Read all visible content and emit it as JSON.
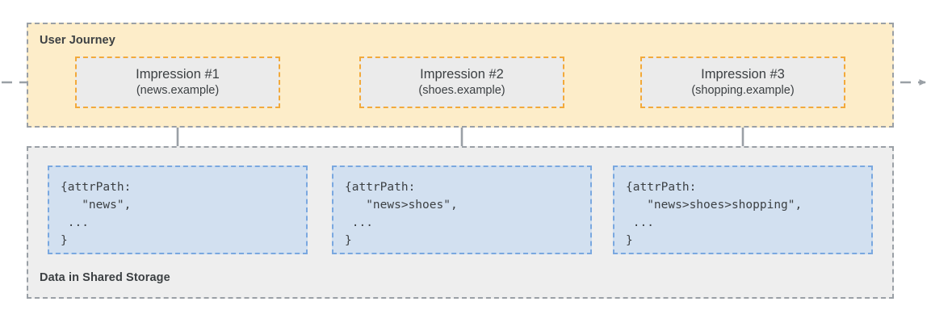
{
  "diagram": {
    "title_journey": "User Journey",
    "title_storage": "Data in Shared Storage",
    "colors": {
      "journey_fill": "#fdedc9",
      "storage_fill": "#eeeeee",
      "impression_fill": "#ebebeb",
      "impression_border": "#f2a93b",
      "data_fill": "#d2e0f0",
      "data_border": "#7aa8e0",
      "container_border": "#9aa0a6",
      "arrow": "#9aa0a6",
      "text": "#3c4043"
    }
  },
  "impressions": [
    {
      "title": "Impression #1",
      "site": "(news.example)"
    },
    {
      "title": "Impression #2",
      "site": "(shoes.example)"
    },
    {
      "title": "Impression #3",
      "site": "(shopping.example)"
    }
  ],
  "data_boxes": [
    {
      "code": "{attrPath:\n   \"news\",\n ...\n}"
    },
    {
      "code": "{attrPath:\n   \"news>shoes\",\n ...\n}"
    },
    {
      "code": "{attrPath:\n   \"news>shoes>shopping\",\n ...\n}"
    }
  ]
}
